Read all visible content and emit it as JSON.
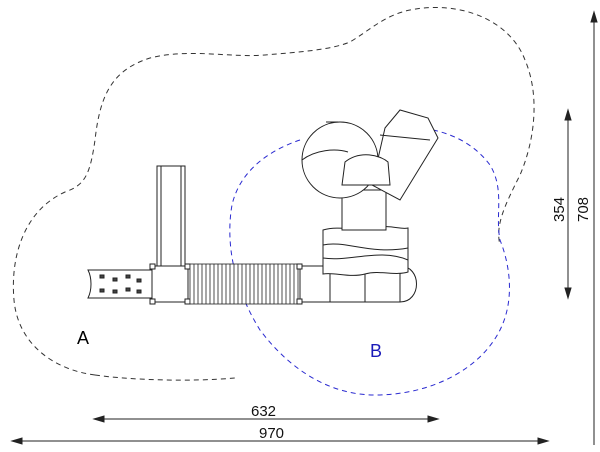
{
  "zones": [
    {
      "label": "A",
      "color": "#000000"
    },
    {
      "label": "B",
      "color": "#1a1ab8"
    }
  ],
  "dimensions": {
    "horizontal_inner": "632",
    "horizontal_outer": "970",
    "vertical_inner": "354",
    "vertical_outer": "708"
  },
  "colors": {
    "line": "#222222",
    "zone_a_dash": "#333333",
    "zone_b_dash": "#2a2ad0"
  }
}
